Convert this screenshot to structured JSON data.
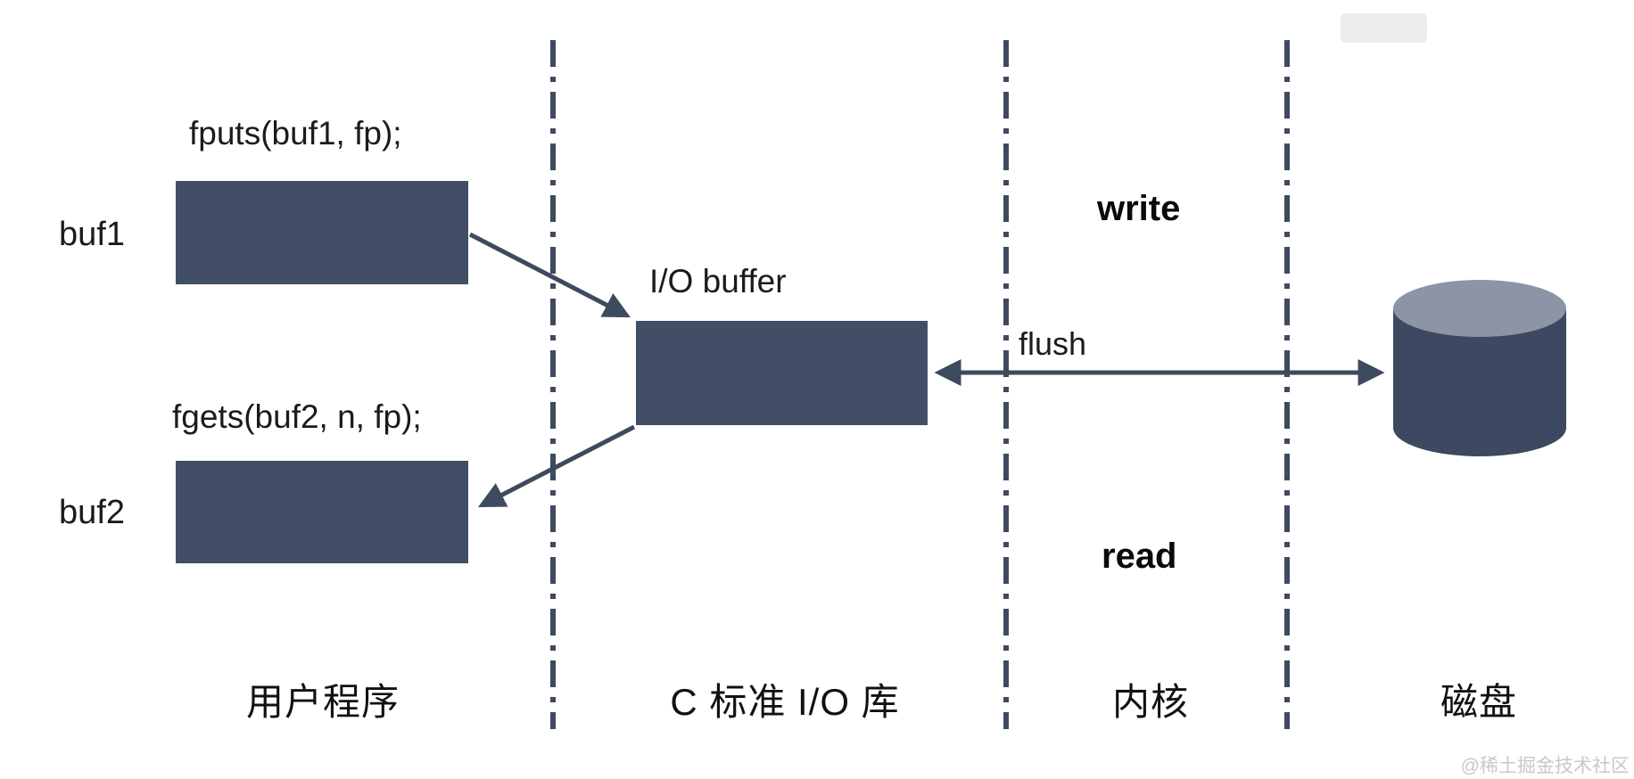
{
  "columns": [
    {
      "label": "用户程序"
    },
    {
      "label": "C 标准 I/O 库"
    },
    {
      "label": "内核"
    },
    {
      "label": "磁盘"
    }
  ],
  "user_program": {
    "fputs": "fputs(buf1, fp);",
    "buf1": "buf1",
    "fgets": "fgets(buf2, n, fp);",
    "buf2": "buf2"
  },
  "stdio_lib": {
    "io_buffer": "I/O buffer"
  },
  "kernel": {
    "write": "write",
    "flush": "flush",
    "read": "read"
  },
  "watermark": "@稀土掘金技术社区",
  "colors": {
    "box_fill": "#424e66",
    "arrow": "#3e4a5e",
    "divider": "#3e4a5e",
    "disk_top": "#8d94a6",
    "disk_body": "#3d4961",
    "text": "#1b1b1b",
    "watermark": "#c8c8c8"
  }
}
